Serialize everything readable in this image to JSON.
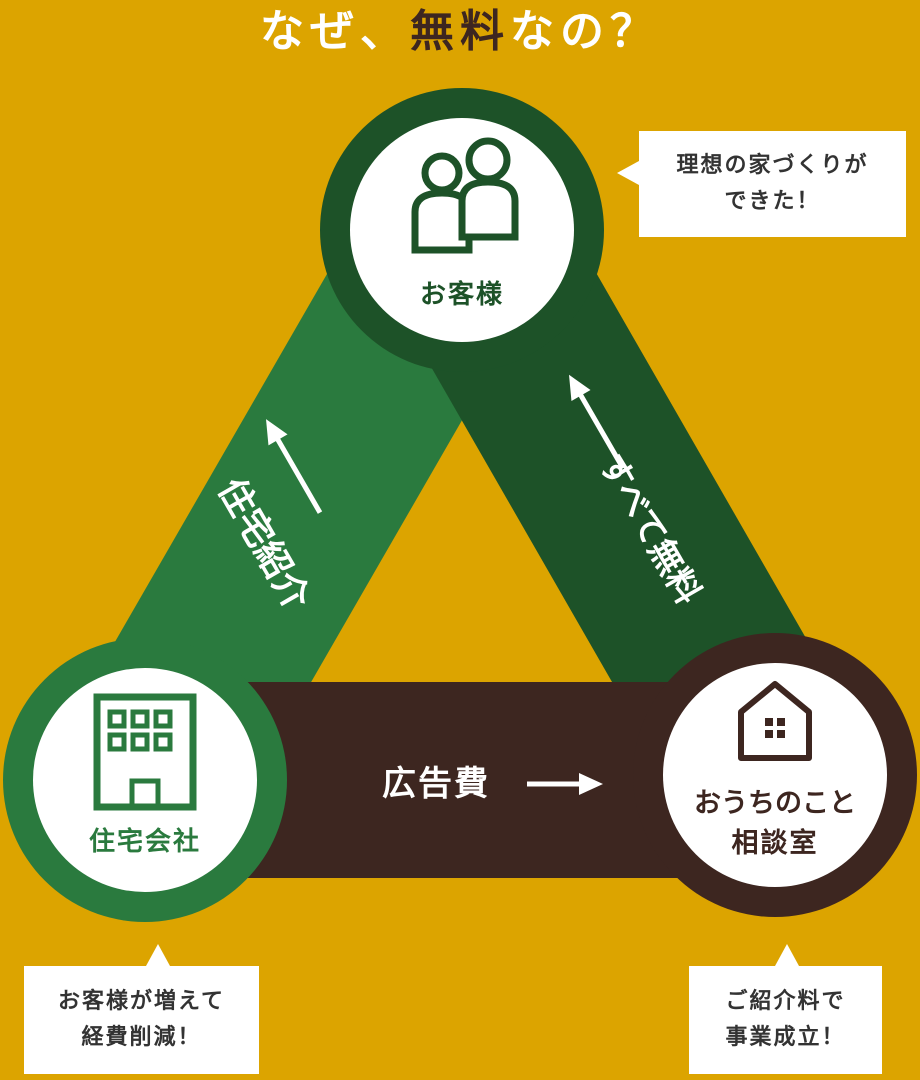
{
  "title": {
    "prefix": "なぜ、",
    "emphasis": "無料",
    "suffix": "なの？"
  },
  "nodes": {
    "customer": {
      "label": "お客様",
      "icon": "people-icon"
    },
    "builder": {
      "label": "住宅会社",
      "icon": "building-icon"
    },
    "consultancy": {
      "line1": "おうちのこと",
      "line2": "相談室",
      "icon": "house-icon"
    }
  },
  "edges": {
    "builder_to_customer": "住宅紹介",
    "consultancy_to_customer": "すべて無料",
    "builder_to_consultancy": "広告費"
  },
  "callouts": {
    "customer": {
      "line1": "理想の家づくりが",
      "line2": "できた！"
    },
    "builder": {
      "line1": "お客様が増えて",
      "line2": "経費削減！"
    },
    "consultancy": {
      "line1": "ご紹介料で",
      "line2": "事業成立！"
    }
  },
  "colors": {
    "background": "#dca400",
    "green": "#2a7a3e",
    "dark_green": "#1d5228",
    "brown": "#3d2620",
    "white": "#ffffff"
  }
}
